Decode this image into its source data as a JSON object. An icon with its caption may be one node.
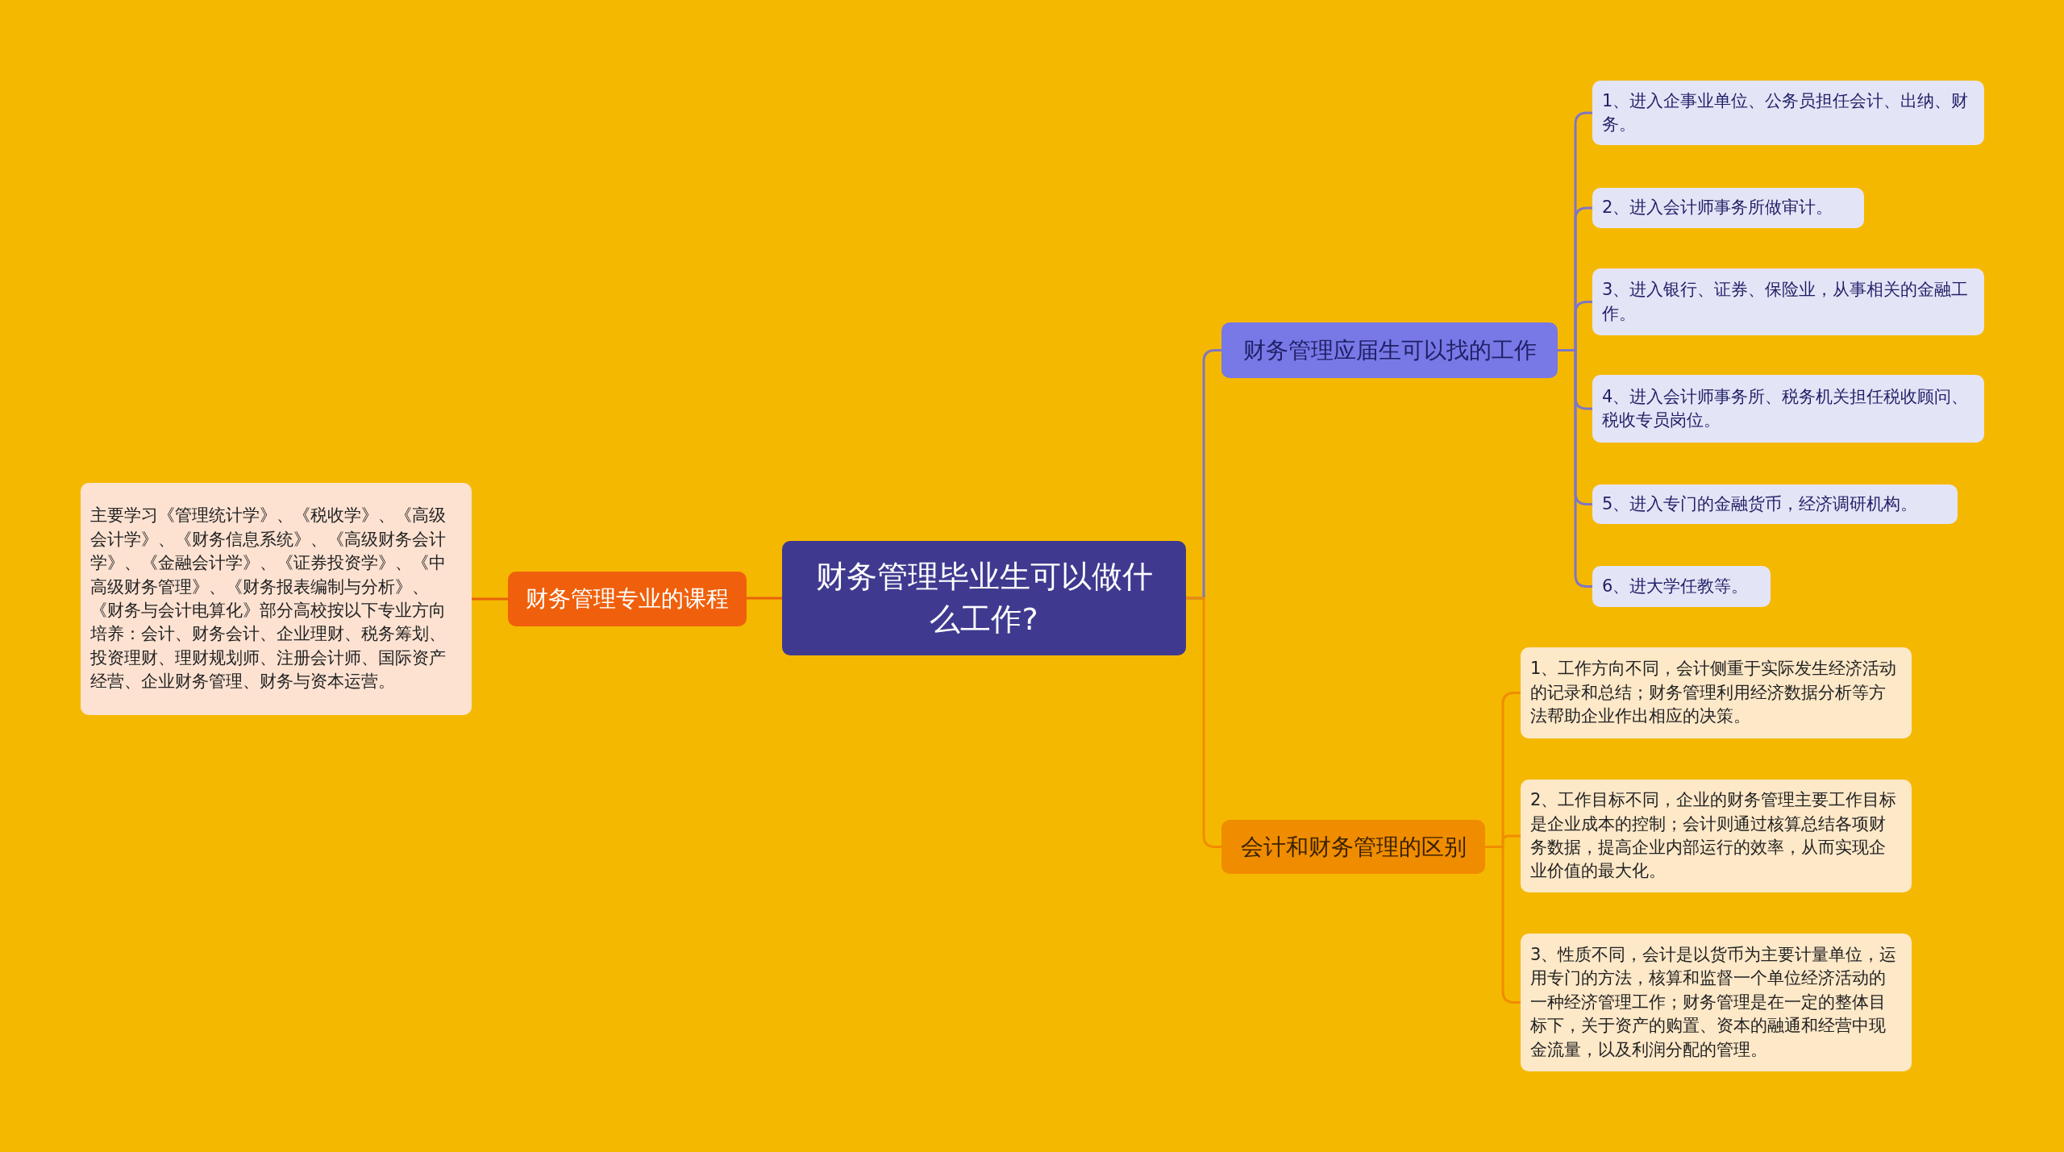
{
  "diagram": {
    "nodes": [
      {
        "text": [
          "财务管理毕业生可以做什么工作?"
        ]
      },
      {
        "text": [
          "财务管理专业的课程"
        ]
      },
      {
        "text": [
          "主要学习《管理统计学》、《税收学》、《高级会计学》、《财务信息系统》、《高级财务会计学》、《金融会计学》、《证券投资学》、《中高级财务管理》、《财务报表编制与分析》、《财务与会计电算化》部分高校按以下专业方向培养：会计、财务会计、企业理财、税务筹划、投资理财、理财规划师、注册会计师、国际资产经营、企业财务管理、财务与资本运营。"
        ]
      },
      {
        "text": [
          "财务管理应届生可以找的工作"
        ]
      },
      {
        "text": [
          "1、进入企事业单位、公务员担任会计、出纳、财务。"
        ]
      },
      {
        "text": [
          "2、进入会计师事务所做审计。"
        ]
      },
      {
        "text": [
          "3、进入银行、证券、保险业，从事相关的金融工作。"
        ]
      },
      {
        "text": [
          "4、进入会计师事务所、税务机关担任税收顾问、税收专员岗位。"
        ]
      },
      {
        "text": [
          "5、进入专门的金融货币，经济调研机构。"
        ]
      },
      {
        "text": [
          "6、进大学任教等。"
        ]
      },
      {
        "text": [
          "会计和财务管理的区别"
        ]
      },
      {
        "text": [
          "1、工作方向不同，会计侧重于实际发生经济活动的记录和总结；财务管理利用经济数据分析等方法帮助企业作出相应的决策。"
        ]
      },
      {
        "text": [
          "2、工作目标不同，企业的财务管理主要工作目标是企业成本的控制；会计则通过核算总结各项财务数据，提高企业内部运行的效率，从而实现企业价值的最大化。"
        ]
      },
      {
        "text": [
          "3、性质不同，会计是以货币为主要计量单位，运用专门的方法，核算和监督一个单位经济活动的一种经济管理工作；财务管理是在一定的整体目标下，关于资产的购置、资本的融通和经营中现金流量，以及利润分配的管理。"
        ]
      }
    ],
    "edges": [
      {
        "from": 0,
        "to": 1,
        "arrow": "none",
        "color": "#e8620c"
      },
      {
        "from": 1,
        "to": 2,
        "arrow": "none",
        "color": "#e8620c"
      },
      {
        "from": 0,
        "to": 3,
        "arrow": "none"
      },
      {
        "from": 3,
        "to": 4,
        "arrow": "none"
      },
      {
        "from": 3,
        "to": 5,
        "arrow": "none"
      },
      {
        "from": 3,
        "to": 6,
        "arrow": "none"
      },
      {
        "from": 3,
        "to": 7,
        "arrow": "none"
      },
      {
        "from": 3,
        "to": 8,
        "arrow": "none"
      },
      {
        "from": 3,
        "to": 9,
        "arrow": "none"
      },
      {
        "from": 0,
        "to": 10,
        "arrow": "none",
        "color": "#f08c00"
      },
      {
        "from": 10,
        "to": 11,
        "arrow": "none",
        "color": "#f08c00"
      },
      {
        "from": 10,
        "to": 12,
        "arrow": "none",
        "color": "#f08c00"
      },
      {
        "from": 10,
        "to": 13,
        "arrow": "none",
        "color": "#f08c00"
      }
    ]
  }
}
